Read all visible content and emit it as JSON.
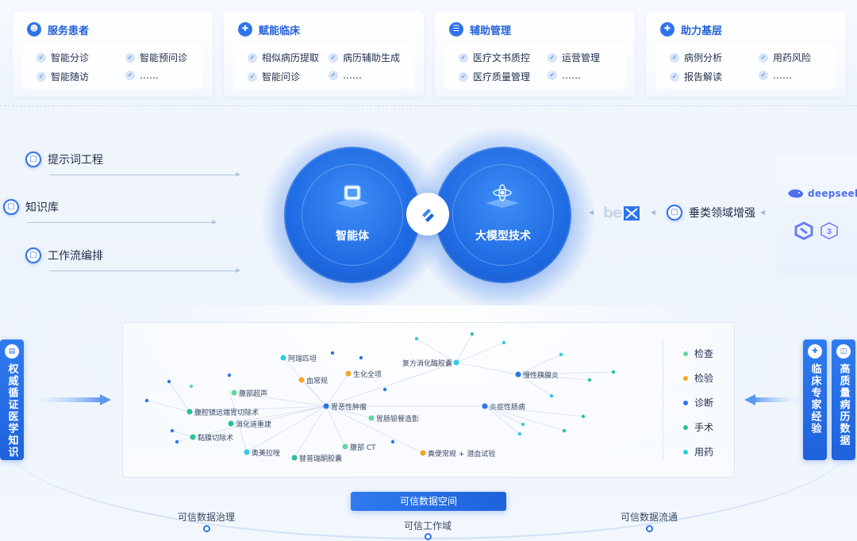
{
  "panels": [
    {
      "title": "服务患者",
      "icon": "user-icon",
      "items": [
        "智能分诊",
        "智能预问诊",
        "智能随访",
        "……"
      ]
    },
    {
      "title": "赋能临床",
      "icon": "medical-cross-icon",
      "items": [
        "相似病历提取",
        "病历辅助生成",
        "智能问诊",
        "……"
      ]
    },
    {
      "title": "辅助管理",
      "icon": "layers-icon",
      "items": [
        "医疗文书质控",
        "运营管理",
        "医疗质量管理",
        "……"
      ]
    },
    {
      "title": "助力基层",
      "icon": "medical-cross-icon",
      "items": [
        "病例分析",
        "用药风险",
        "报告解读",
        "……"
      ]
    }
  ],
  "left_inputs": [
    "提示词工程",
    "知识库",
    "工作流编排"
  ],
  "orbs": {
    "agent": "智能体",
    "model": "大模型技术"
  },
  "vertical_enhance": "垂类领域增强",
  "vendor_logos": {
    "deepseek": "deepseek",
    "bert": "be"
  },
  "knowledge_graph": {
    "nodes": [
      {
        "label": "阿瑞匹坦",
        "type": "exam"
      },
      {
        "label": "血常规",
        "type": "lab"
      },
      {
        "label": "生化全项",
        "type": "lab"
      },
      {
        "label": "复方消化酶胶囊",
        "type": "exam"
      },
      {
        "label": "慢性胰腺炎",
        "type": "diagnosis"
      },
      {
        "label": "腹部超声",
        "type": "surgery"
      },
      {
        "label": "胃恶性肿瘤",
        "type": "diagnosis"
      },
      {
        "label": "炎症性肠病",
        "type": "diagnosis"
      },
      {
        "label": "腹腔镜远端胃切除术",
        "type": "surgery"
      },
      {
        "label": "胃肠钡餐造影",
        "type": "drug"
      },
      {
        "label": "消化道重建",
        "type": "surgery"
      },
      {
        "label": "黏膜切除术",
        "type": "surgery"
      },
      {
        "label": "腹部 CT",
        "type": "drug"
      },
      {
        "label": "奥美拉唑",
        "type": "exam"
      },
      {
        "label": "替普瑞酮胶囊",
        "type": "surgery"
      },
      {
        "label": "粪便常规 + 潜血试验",
        "type": "lab"
      }
    ],
    "legend": [
      {
        "label": "检查",
        "color": "#67d6a0"
      },
      {
        "label": "检验",
        "color": "#f5a623"
      },
      {
        "label": "诊断",
        "color": "#2f74ea"
      },
      {
        "label": "手术",
        "color": "#2bbf9a"
      },
      {
        "label": "用药",
        "color": "#2fcbe0"
      }
    ]
  },
  "left_box": "权威循证医学知识",
  "right_boxes": [
    "临床专家经验",
    "高质量病历数据"
  ],
  "bottom": {
    "space": "可信数据空间",
    "governance": "可信数据治理",
    "workspace": "可信工作域",
    "circulation": "可信数据流通"
  },
  "colors": {
    "primary": "#2f74ea",
    "accent": "#1e62dc"
  }
}
